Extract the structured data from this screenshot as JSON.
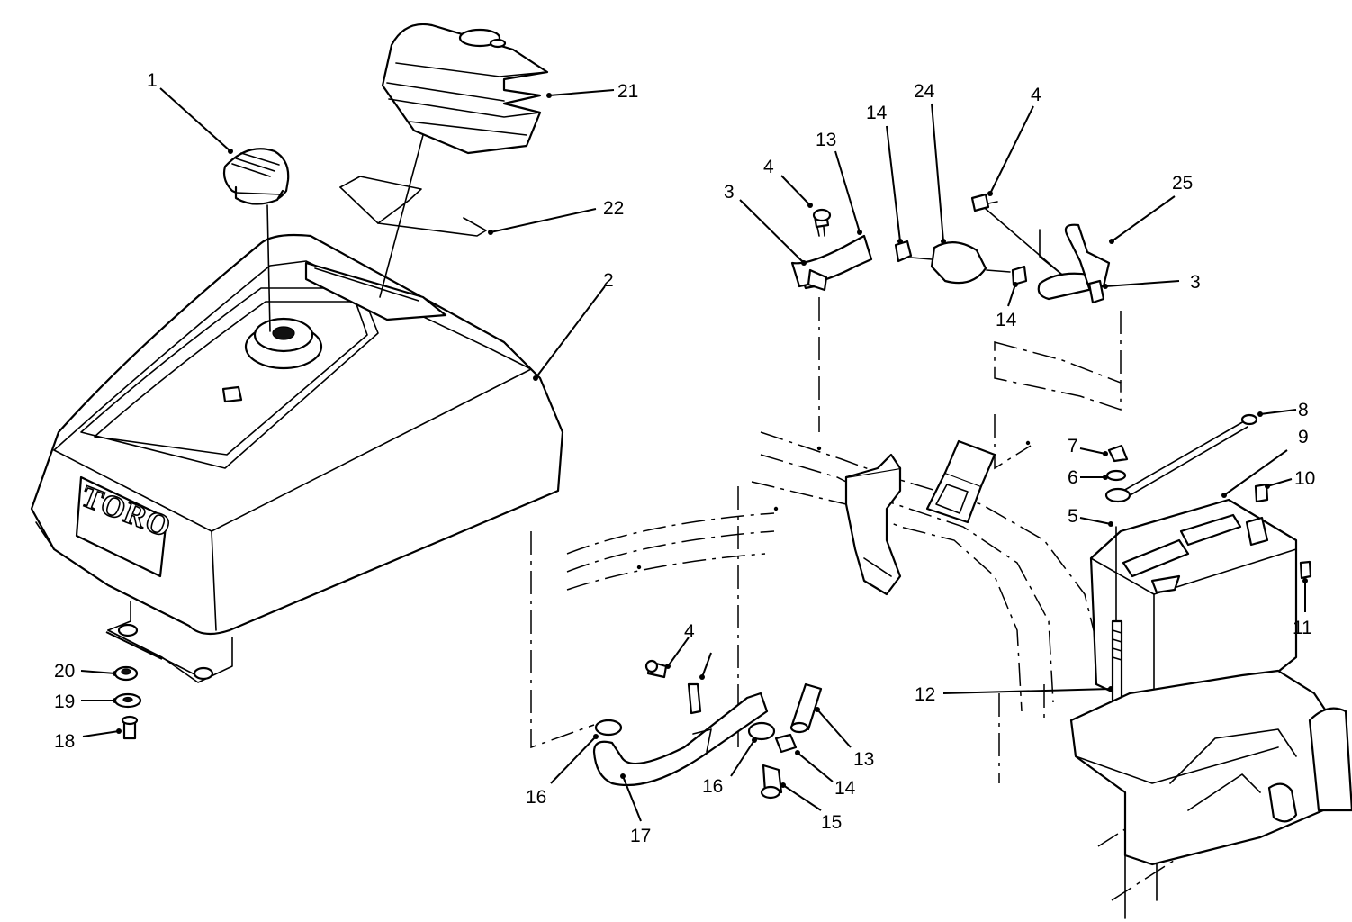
{
  "diagram": {
    "brand_text": "TORO",
    "callouts": [
      {
        "id": "c1",
        "text": "1"
      },
      {
        "id": "c2",
        "text": "2"
      },
      {
        "id": "c3a",
        "text": "3"
      },
      {
        "id": "c3b",
        "text": "3"
      },
      {
        "id": "c4a",
        "text": "4"
      },
      {
        "id": "c4b",
        "text": "4"
      },
      {
        "id": "c4c",
        "text": "4"
      },
      {
        "id": "c5",
        "text": "5"
      },
      {
        "id": "c6",
        "text": "6"
      },
      {
        "id": "c7",
        "text": "7"
      },
      {
        "id": "c8",
        "text": "8"
      },
      {
        "id": "c9",
        "text": "9"
      },
      {
        "id": "c10",
        "text": "10"
      },
      {
        "id": "c11",
        "text": "11"
      },
      {
        "id": "c12",
        "text": "12"
      },
      {
        "id": "c13a",
        "text": "13"
      },
      {
        "id": "c13b",
        "text": "13"
      },
      {
        "id": "c14a",
        "text": "14"
      },
      {
        "id": "c14b",
        "text": "14"
      },
      {
        "id": "c14c",
        "text": "14"
      },
      {
        "id": "c15",
        "text": "15"
      },
      {
        "id": "c16a",
        "text": "16"
      },
      {
        "id": "c16b",
        "text": "16"
      },
      {
        "id": "c17",
        "text": "17"
      },
      {
        "id": "c18",
        "text": "18"
      },
      {
        "id": "c19",
        "text": "19"
      },
      {
        "id": "c20",
        "text": "20"
      },
      {
        "id": "c21",
        "text": "21"
      },
      {
        "id": "c22",
        "text": "22"
      },
      {
        "id": "c24",
        "text": "24"
      },
      {
        "id": "c25",
        "text": "25"
      }
    ]
  }
}
